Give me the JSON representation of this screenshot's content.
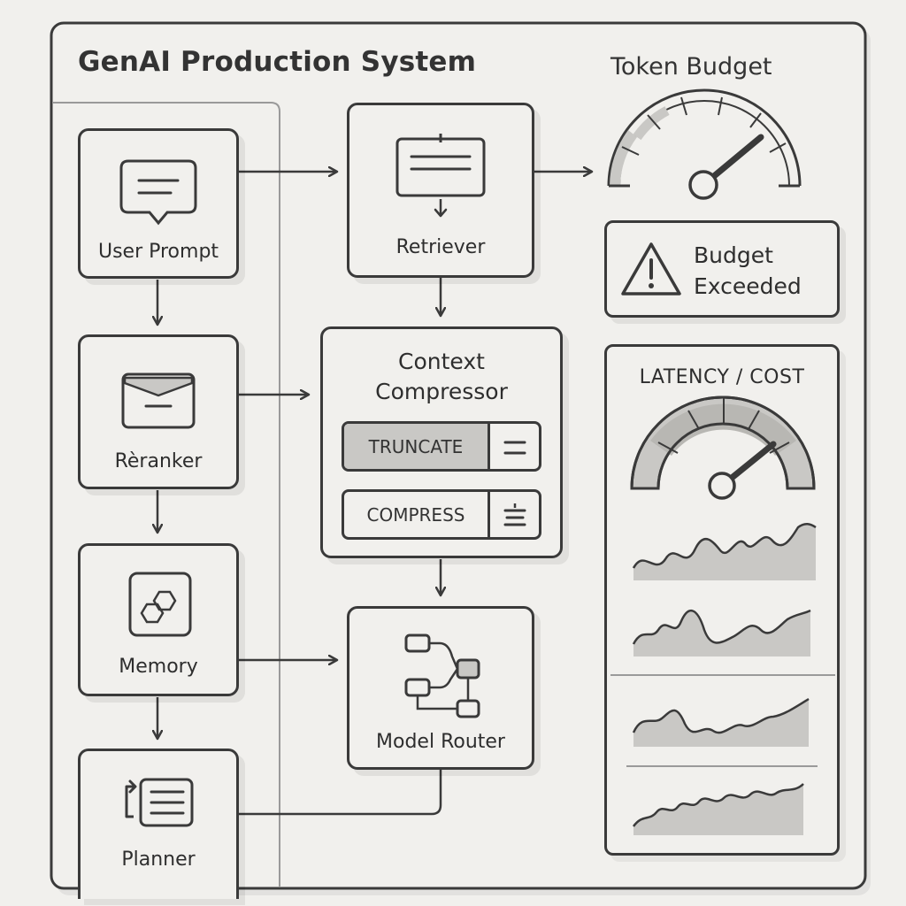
{
  "title": "GenAI Production System",
  "nodes": {
    "user_prompt": "User Prompt",
    "reranker": "Rèranker",
    "memory": "Memory",
    "planner": "Planner",
    "retriever": "Retriever",
    "context_compressor_line1": "Context",
    "context_compressor_line2": "Compressor",
    "model_router": "Model Router"
  },
  "compressor_options": {
    "truncate": "TRUNCATE",
    "compress": "COMPRESS"
  },
  "token_budget": {
    "heading": "Token Budget",
    "alert_line1": "Budget",
    "alert_line2": "Exceeded"
  },
  "latency_panel": {
    "heading": "LATENCY / COST"
  },
  "icons": {
    "user_prompt": "chat-bubble-icon",
    "reranker": "envelope-icon",
    "memory": "hexagons-icon",
    "planner": "loop-list-icon",
    "retriever": "document-retrieve-icon",
    "model_router": "flow-graph-icon",
    "alert": "warning-triangle-icon",
    "gauge": "gauge-icon"
  },
  "colors": {
    "stroke": "#3a3a3a",
    "background": "#f1f0ed",
    "fill_gray": "#c9c8c5"
  }
}
